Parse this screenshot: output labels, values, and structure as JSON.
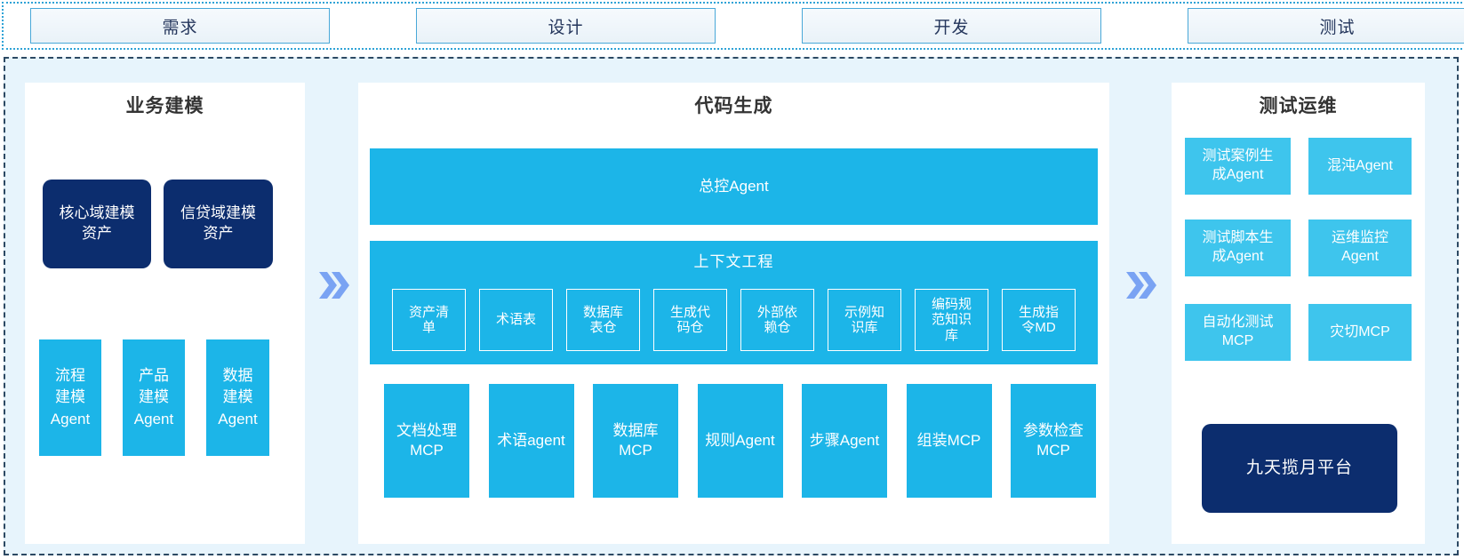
{
  "top_phases": [
    {
      "label": "需求"
    },
    {
      "label": "设计"
    },
    {
      "label": "开发"
    },
    {
      "label": "测试"
    }
  ],
  "business_modeling": {
    "title": "业务建模",
    "assets": [
      {
        "label": "核心域建模\n资产"
      },
      {
        "label": "信贷域建模\n资产"
      }
    ],
    "agents": [
      {
        "label": "流程\n建模\nAgent"
      },
      {
        "label": "产品\n建模\nAgent"
      },
      {
        "label": "数据\n建模\nAgent"
      }
    ]
  },
  "code_generation": {
    "title": "代码生成",
    "master_agent": "总控Agent",
    "context_engineering": {
      "title": "上下文工程",
      "items": [
        {
          "label": "资产清\n单"
        },
        {
          "label": "术语表"
        },
        {
          "label": "数据库\n表仓"
        },
        {
          "label": "生成代\n码仓"
        },
        {
          "label": "外部依\n赖仓"
        },
        {
          "label": "示例知\n识库"
        },
        {
          "label": "编码规\n范知识\n库"
        },
        {
          "label": "生成指\n令MD"
        }
      ]
    },
    "tools": [
      {
        "label": "文档处理\nMCP"
      },
      {
        "label": "术语agent"
      },
      {
        "label": "数据库\nMCP"
      },
      {
        "label": "规则Agent"
      },
      {
        "label": "步骤Agent"
      },
      {
        "label": "组装MCP"
      },
      {
        "label": "参数检查\nMCP"
      }
    ]
  },
  "test_ops": {
    "title": "测试运维",
    "boxes": [
      {
        "label": "测试案例生\n成Agent"
      },
      {
        "label": "混沌Agent"
      },
      {
        "label": "测试脚本生\n成Agent"
      },
      {
        "label": "运维监控\nAgent"
      },
      {
        "label": "自动化测试\nMCP"
      },
      {
        "label": "灾切MCP"
      }
    ],
    "platform": "九天揽月平台"
  },
  "colors": {
    "cyan": "#1cb5e8",
    "cyan_light": "#3ec5ed",
    "navy": "#0c2d6e",
    "arrow_blue": "#7aa3f3",
    "container_bg": "#e7f4fc",
    "dotted_border": "#2fa3d6",
    "dashed_border": "#2c4963"
  }
}
